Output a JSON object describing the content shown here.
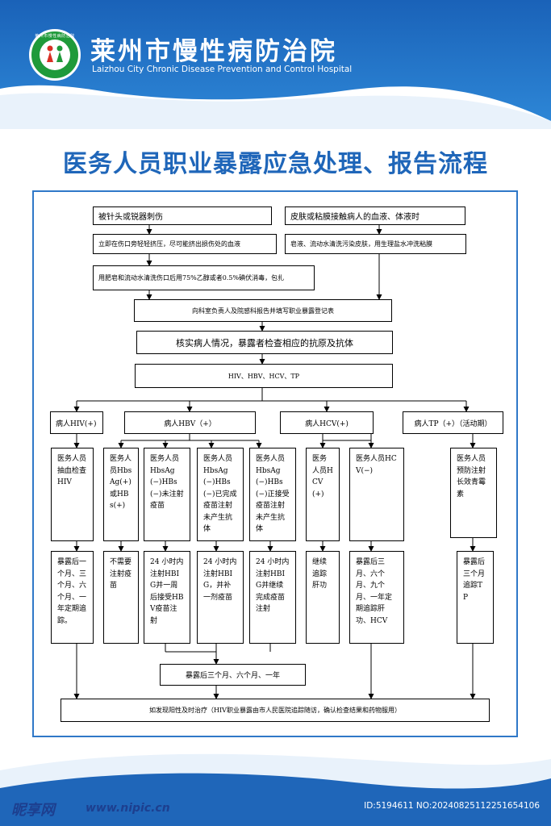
{
  "header": {
    "hospital_name_cn": "莱州市慢性病防治院",
    "hospital_name_en": "Laizhou City Chronic Disease Prevention and Control Hospital",
    "logo_ring_text": "莱州市慢性病防治院"
  },
  "title": "医务人员职业暴露应急处理、报告流程",
  "flow": {
    "left_start": "被针头或锐器刺伤",
    "left_step1": "立即在伤口旁轻轻挤压，尽可能挤出损伤处的血液",
    "left_step2": "用肥皂和流动水清洗伤口后用75%乙醇或者0.5%碘伏消毒，包扎",
    "right_start": "皮肤或粘膜接触病人的血液、体液时",
    "right_step1": "皂液、流动水清洗污染皮肤，用生理盐水冲洗粘膜",
    "report": "向科室负责人及院感科报告并填写职业暴露登记表",
    "verify": "核实病人情况，暴露者检查相应的抗原及抗体",
    "tests": "HIV、HBV、HCV、TP",
    "branches": {
      "hiv": "病人HIV(+)",
      "hbv": "病人HBV（+）",
      "hcv": "病人HCV(+)",
      "tp": "病人TP（+）（活动期）"
    },
    "conditions": {
      "hiv": "医务人员抽血检查HIV",
      "hbv_pos": "医务人员HbsAg(+)或HBs(+)",
      "hbv_unvacc": "医务人员HbsAg(−)HBs(−)未注射疫苗",
      "hbv_vacc_noab": "医务人员HbsAg(−)HBs(−)已完成疫苗注射未产生抗体",
      "hbv_vaccinating": "医务人员HbsAg(−)HBs(−)正接受疫苗注射未产生抗体",
      "hcv_pos": "医务人员HCV(+)",
      "hcv_neg": "医务人员HCV(−)",
      "tp": "医务人员预防注射长效青霉素"
    },
    "actions": {
      "hiv": "暴露后一个月、三个月、六个月、一年定期追踪。",
      "hbv_pos": "不需要注射疫苗",
      "hbv_unvacc": "24 小时内注射HBIG并一周后接受HBV疫苗注射",
      "hbv_vacc_noab": "24 小时内注射HBIG，并补一剂疫苗",
      "hbv_vaccinating": "24 小时内注射HBIG并继续完成疫苗注射",
      "hcv_pos": "继续追踪肝功",
      "hcv_neg": "暴露后三月、六个月、九个月、一年定期追踪肝功、HCV",
      "tp": "暴露后三个月追踪TP"
    },
    "hbv_followup": "暴露后三个月、六个月、一年",
    "final": "如发现阳性及时治疗（HIV职业暴露由市人民医院追踪随访，确认检查结果和药物服用）"
  },
  "footer": {
    "site_logo": "昵享网",
    "site_url": "www.nipic.cn",
    "image_id": "ID:5194611 NO:20240825112251654106"
  },
  "colors": {
    "header_blue": "#1f66b9",
    "title_blue": "#1f66b9",
    "panel_border": "#2f78c8",
    "logo_green": "#1f9a3a"
  }
}
